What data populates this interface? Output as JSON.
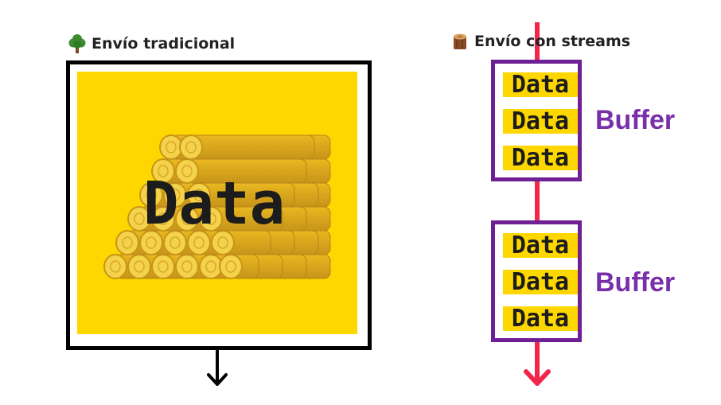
{
  "traditional": {
    "icon": "tree-icon",
    "title": "Envío tradicional",
    "data_label": "Data"
  },
  "streams": {
    "icon": "log-icon",
    "title": "Envío con streams",
    "buffers": [
      {
        "chunks": [
          "Data",
          "Data",
          "Data"
        ],
        "label": "Buffer"
      },
      {
        "chunks": [
          "Data",
          "Data",
          "Data"
        ],
        "label": "Buffer"
      }
    ]
  },
  "colors": {
    "data_yellow": "#FED700",
    "buffer_purple": "#6E1F93",
    "buffer_text": "#7A2FAA",
    "stream_red": "#F2264B",
    "frame_black": "#000000"
  }
}
